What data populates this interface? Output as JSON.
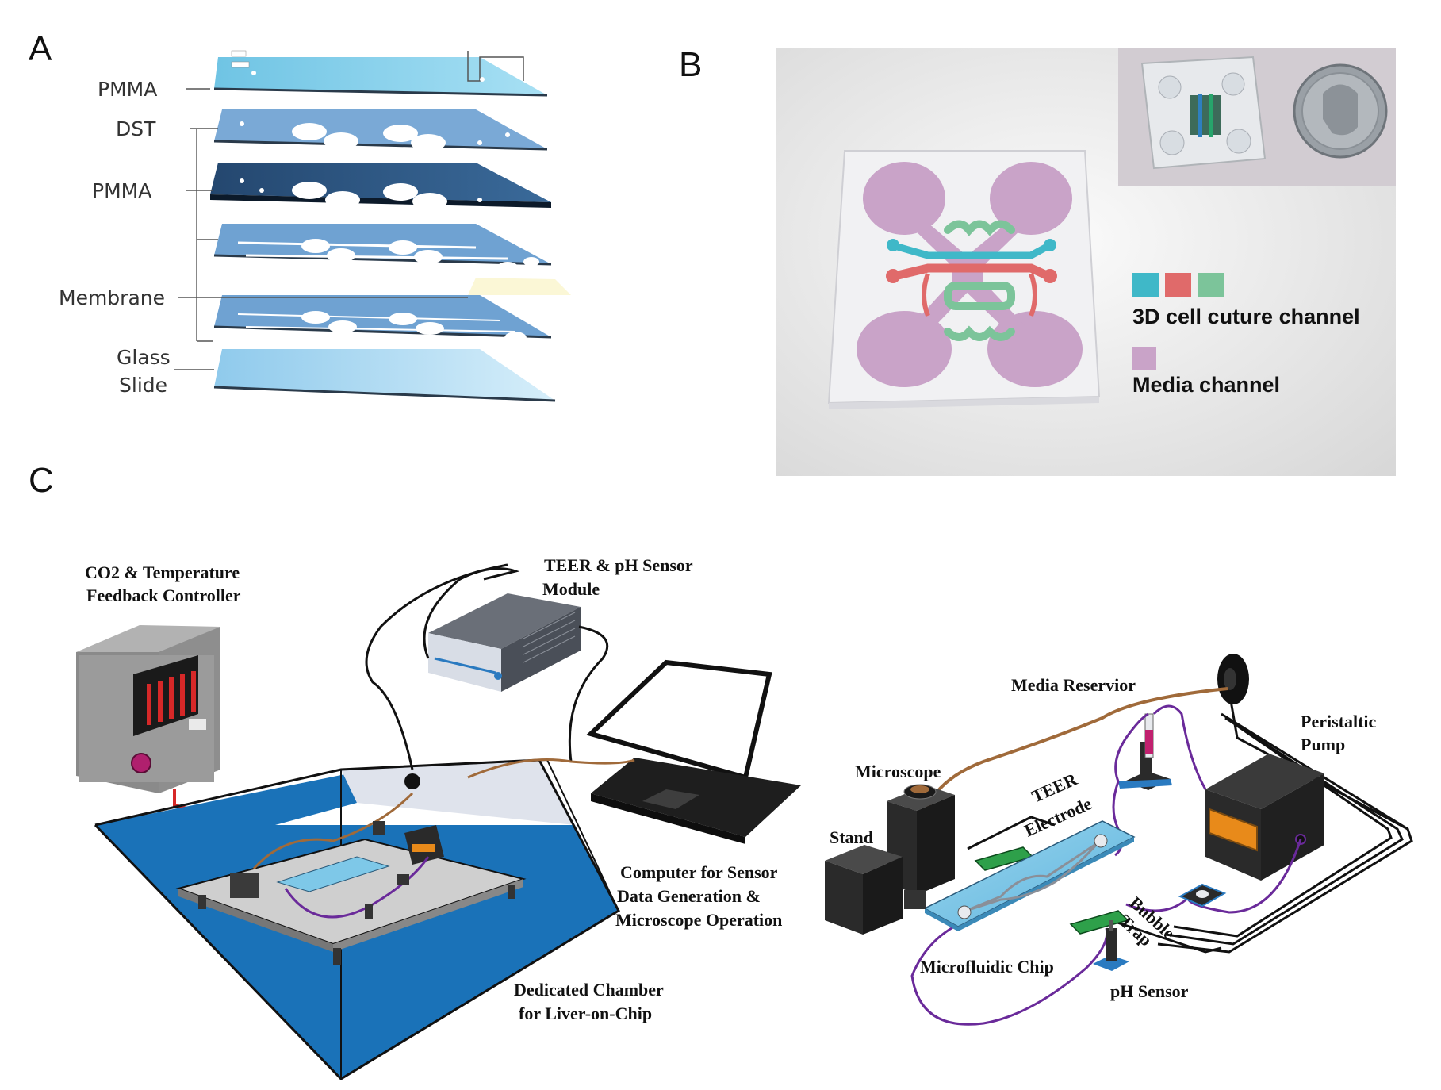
{
  "panels": {
    "a": {
      "letter": "A",
      "labels": {
        "pmma_top": "PMMA",
        "dst": "DST",
        "pmma_mid": "PMMA",
        "membrane": "Membrane",
        "glass_line1": "Glass",
        "glass_line2": "Slide"
      }
    },
    "b": {
      "letter": "B",
      "legend": {
        "cell_channel": "3D cell cuture channel",
        "media_channel": "Media channel"
      },
      "colors": {
        "cell_blue": "#3fb8c8",
        "cell_red": "#e06a6a",
        "cell_green": "#7cc49a",
        "media": "#c9a3c8"
      }
    },
    "c": {
      "letter": "C",
      "labels": {
        "co2_line1": "CO2 & Temperature",
        "co2_line2": "Feedback Controller",
        "teer_line1": "TEER & pH Sensor",
        "teer_line2": "Module",
        "computer_line1": "Computer for Sensor",
        "computer_line2": "Data Generation &",
        "computer_line3": "Microscope Operation",
        "chamber_line1": "Dedicated Chamber",
        "chamber_line2": "for Liver-on-Chip",
        "media_reservoir": "Media Reservior",
        "peristaltic_line1": "Peristaltic",
        "peristaltic_line2": "Pump",
        "microscope": "Microscope",
        "stand": "Stand",
        "teer_electrode_line1": "TEER",
        "teer_electrode_line2": "Electrode",
        "bubble_line1": "Bubble",
        "bubble_line2": "Trap",
        "microfluidic_chip": "Microfluidic Chip",
        "ph_sensor": "pH Sensor"
      }
    }
  }
}
